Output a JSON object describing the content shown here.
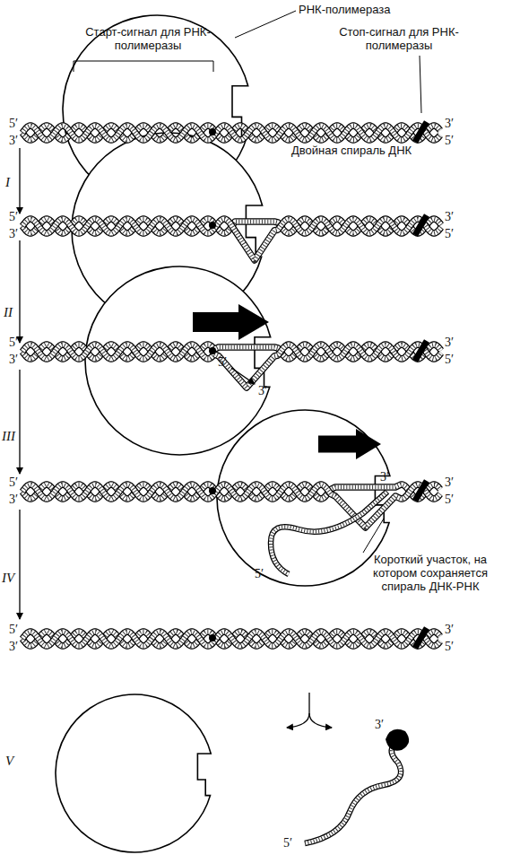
{
  "diagram": {
    "labels": [
      "РНК-полимераза",
      "Старт-сигнал для РНК-полимеразы",
      "Стоп-сигнал для РНК-полимеразы",
      "5′",
      "3′",
      "3′",
      "5′",
      "Двойная спираль ДНК",
      "I",
      "5′",
      "3′",
      "3′",
      "5′",
      "II",
      "5′",
      "3′",
      "3′",
      "5′",
      "5′",
      "3′",
      "III",
      "5′",
      "3′",
      "3′",
      "5′",
      "3′",
      "Короткий участок, на котором сохраняется спираль ДНК-РНК",
      "5′",
      "IV",
      "5′",
      "3′",
      "3′",
      "5′",
      "V",
      "3′",
      "5′"
    ]
  }
}
